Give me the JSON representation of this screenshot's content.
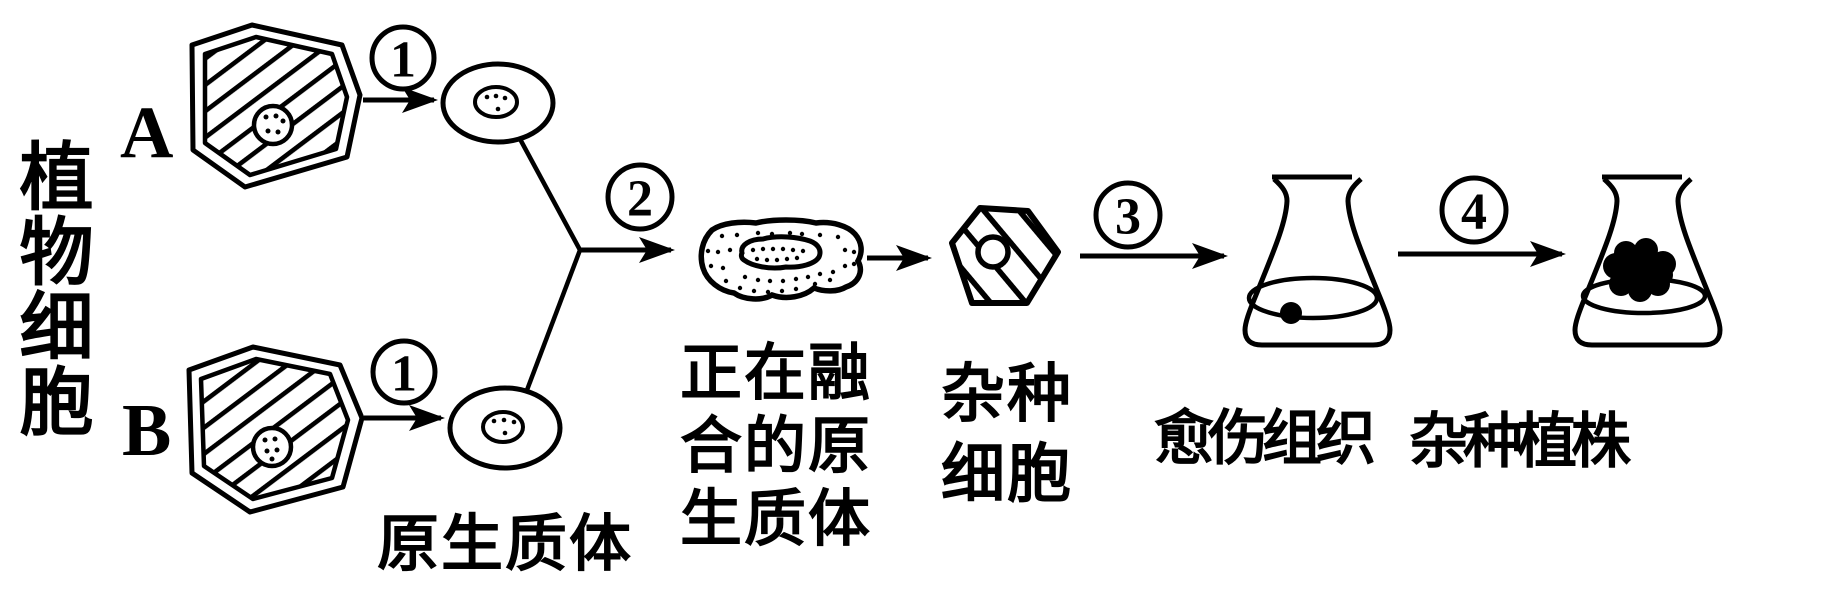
{
  "left_axis_label": "植物细胞",
  "cell_labels": {
    "a": "A",
    "b": "B"
  },
  "step_numbers": {
    "step1a": "1",
    "step1b": "1",
    "step2": "2",
    "step3": "3",
    "step4": "4"
  },
  "stage_labels": {
    "protoplast": "原生质体",
    "fusing_protoplast_lines": [
      "正在融",
      "合的原",
      "生质体"
    ],
    "hybrid_cell_lines": [
      "杂种",
      "细胞"
    ],
    "callus": "愈伤组织",
    "hybrid_plant": "杂种植株"
  },
  "colors": {
    "ink": "#000000",
    "background": "#ffffff"
  }
}
